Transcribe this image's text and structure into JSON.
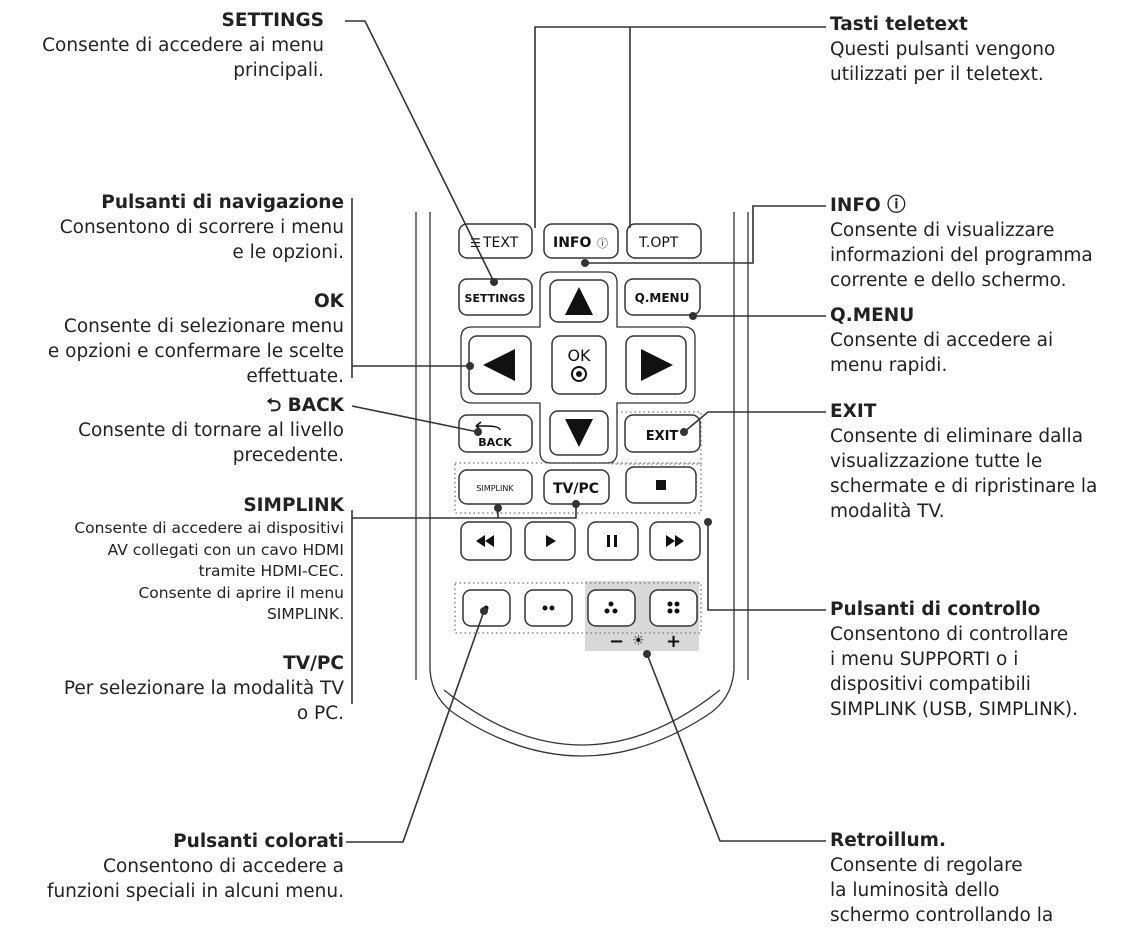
{
  "labels": {
    "settings": {
      "title": "SETTINGS",
      "desc": [
        "Consente di accedere ai menu",
        "principali."
      ]
    },
    "navigation": {
      "title": "Pulsanti di navigazione",
      "desc": [
        "Consentono di scorrere i menu",
        "e le opzioni."
      ]
    },
    "ok": {
      "title": "OK",
      "desc": [
        "Consente di selezionare menu",
        "e opzioni e confermare le scelte",
        "effettuate."
      ]
    },
    "back": {
      "title": "BACK",
      "desc": [
        "Consente di tornare al livello",
        "precedente."
      ]
    },
    "simplink": {
      "title": "SIMPLINK",
      "desc": [
        "Consente di accedere ai dispositivi",
        "AV collegati con un cavo HDMI",
        "tramite HDMI-CEC.",
        "Consente di aprire il menu",
        "SIMPLINK."
      ]
    },
    "tvpc": {
      "title": "TV/PC",
      "desc": [
        "Per selezionare la modalità TV",
        "o PC."
      ]
    },
    "colored": {
      "title": "Pulsanti colorati",
      "desc": [
        "Consentono di accedere a",
        "funzioni speciali in alcuni menu."
      ]
    },
    "teletext": {
      "title": "Tasti teletext",
      "desc": [
        "Questi pulsanti vengono",
        "utilizzati per il teletext."
      ]
    },
    "info": {
      "title": "INFO ⓘ",
      "desc": [
        "Consente di visualizzare",
        "informazioni del programma",
        "corrente e dello schermo."
      ]
    },
    "qmenu": {
      "title": "Q.MENU",
      "desc": [
        "Consente di accedere ai",
        "menu rapidi."
      ]
    },
    "exit": {
      "title": "EXIT",
      "desc": [
        "Consente di eliminare dalla",
        "visualizzazione tutte le",
        "schermate e di ripristinare la",
        "modalità TV."
      ]
    },
    "control": {
      "title": "Pulsanti di controllo",
      "desc": [
        "Consentono di controllare",
        "i menu SUPPORTI o i",
        "dispositivi compatibili",
        "SIMPLINK (USB, SIMPLINK)."
      ]
    },
    "backlight": {
      "title": "Retroillum.",
      "desc": [
        "Consente di regolare",
        "la luminosità dello",
        "schermo controllando la"
      ]
    }
  },
  "remote": {
    "text_btn": "TEXT",
    "info_btn": "INFO",
    "topt_btn": "T.OPT",
    "settings_btn": "SETTINGS",
    "qmenu_btn": "Q.MENU",
    "ok_btn": "OK",
    "back_btn": "BACK",
    "exit_btn": "EXIT",
    "simplink_btn": "SIMPLINK",
    "tvpc_btn": "TV/PC",
    "minus": "−",
    "plus": "+"
  }
}
